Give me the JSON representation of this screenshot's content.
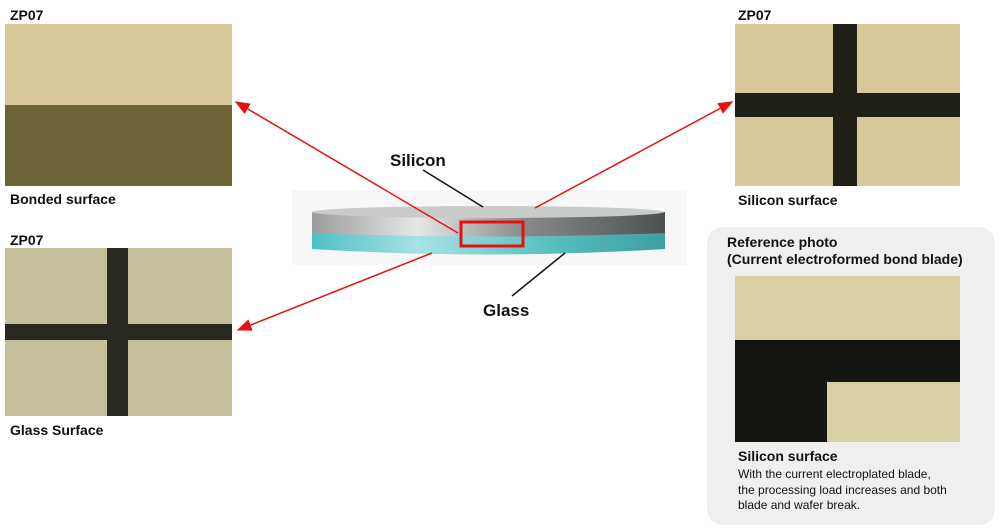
{
  "photos": {
    "bonded": {
      "model": "ZP07",
      "caption": "Bonded surface"
    },
    "glass": {
      "model": "ZP07",
      "caption": "Glass Surface"
    },
    "silicon": {
      "model": "ZP07",
      "caption": "Silicon surface"
    }
  },
  "wafer": {
    "silicon_label": "Silicon",
    "glass_label": "Glass"
  },
  "reference": {
    "title_line1": "Reference photo",
    "title_line2": "(Current electroformed bond blade)",
    "caption": "Silicon surface",
    "desc_line1": "With the current electroplated blade,",
    "desc_line2": "the processing load increases and both",
    "desc_line3": "blade and wafer break."
  },
  "colors": {
    "arrow": "#e8100f",
    "beige": "#d8c99b",
    "olive": "#6d6438",
    "silicon": "#a8aaaa",
    "glass": "#7fd0d2"
  }
}
